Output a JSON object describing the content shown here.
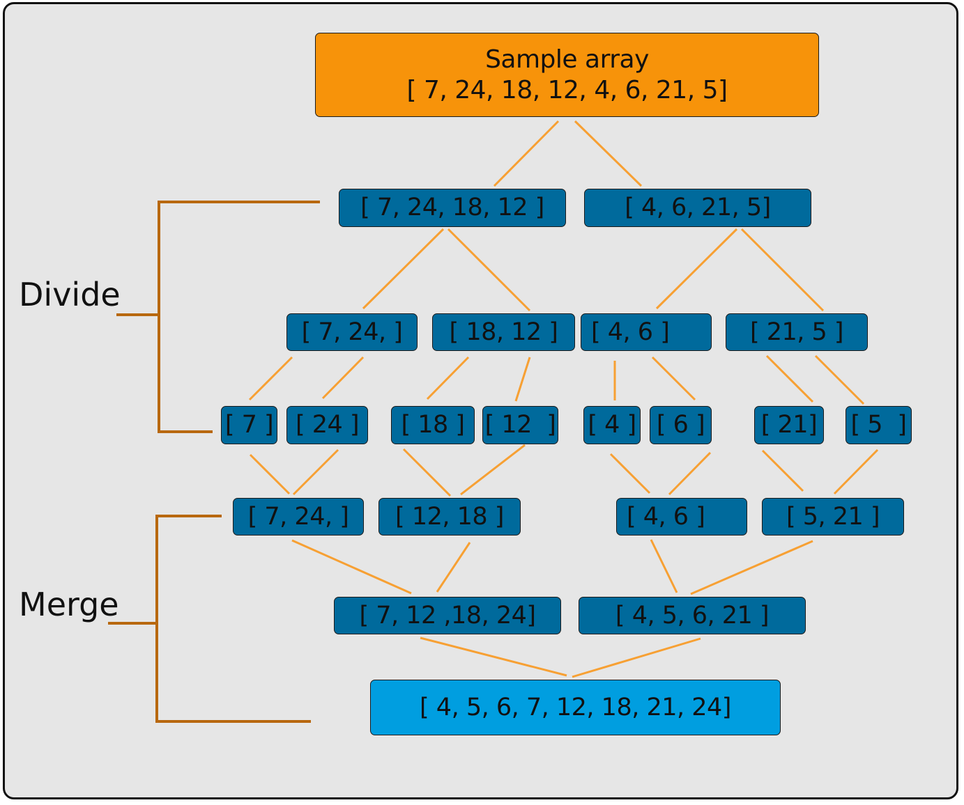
{
  "root": {
    "title": "Sample array",
    "array": "[ 7, 24, 18, 12, 4, 6, 21, 5]"
  },
  "divide_label": "Divide",
  "merge_label": "Merge",
  "divide": {
    "level1": [
      "[ 7, 24, 18, 12 ]",
      "[ 4, 6, 21, 5]"
    ],
    "level2": [
      "[ 7, 24, ]",
      "[ 18, 12 ]",
      "[ 4, 6 ]",
      "[ 21, 5 ]"
    ],
    "level3": [
      "[ 7 ]",
      "[ 24 ]",
      "[ 18 ]",
      "[ 12  ]",
      "[ 4 ]",
      "[ 6 ]",
      "[ 21]",
      "[ 5  ]"
    ]
  },
  "merge": {
    "level1": [
      "[ 7, 24, ]",
      "[ 12, 18 ]",
      "[ 4, 6 ]",
      "[ 5, 21 ]"
    ],
    "level2": [
      "[ 7, 12 ,18, 24]",
      "[ 4, 5, 6, 21 ]"
    ],
    "result": "[ 4, 5, 6, 7, 12, 18, 21, 24]"
  },
  "colors": {
    "background": "#e6e6e6",
    "root_fill": "#f7930a",
    "node_fill": "#006a9c",
    "result_fill": "#009ee0",
    "connector": "#f7a033",
    "bracket": "#b8680f"
  }
}
